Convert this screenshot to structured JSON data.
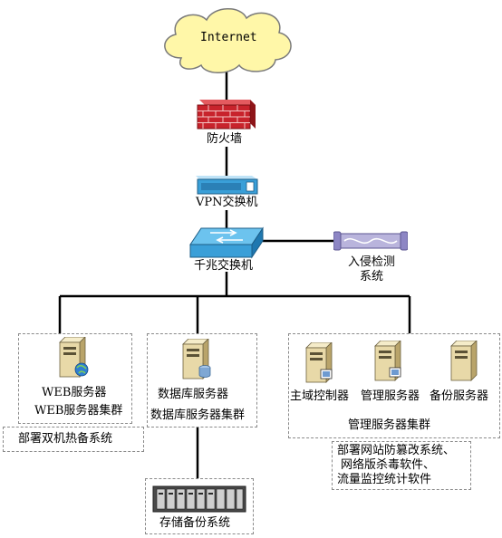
{
  "internet": {
    "label": "Internet"
  },
  "firewall": {
    "label": "防火墙"
  },
  "vpn_switch": {
    "label": "VPN交换机"
  },
  "core_switch": {
    "label": "千兆交换机"
  },
  "ids": {
    "label_line1": "入侵检测",
    "label_line2": "系统"
  },
  "web_group": {
    "server_label": "WEB服务器",
    "cluster_label": "WEB服务器集群",
    "note": "部署双机热备系统"
  },
  "db_group": {
    "server_label": "数据库服务器",
    "cluster_label": "数据库服务器集群"
  },
  "mgmt_group": {
    "domain_controller_label": "主域控制器",
    "mgmt_server_label": "管理服务器",
    "backup_server_label": "备份服务器",
    "cluster_label": "管理服务器集群",
    "note_line1": "部署网站防篡改系统、",
    "note_line2": "网络版杀毒软件、",
    "note_line3": "流量监控统计软件"
  },
  "storage": {
    "label": "存储备份系统"
  },
  "colors": {
    "firewall": "#c8232c",
    "switch": "#3a9fd8",
    "server": "#e8d9a8",
    "cloud": "#fff7a8",
    "link": "#000000",
    "dashed_border": "#8a8a8a"
  }
}
